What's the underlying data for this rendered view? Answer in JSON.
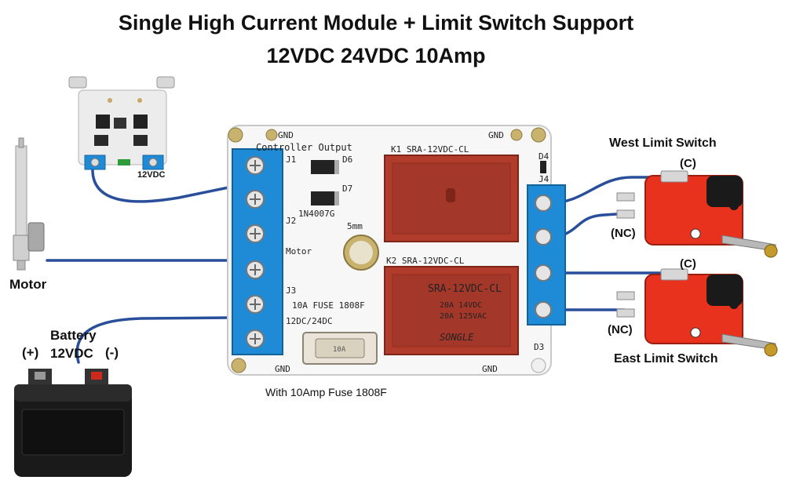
{
  "title": {
    "line1": "Single High Current Module + Limit Switch Support",
    "line2": "12VDC 24VDC 10Amp"
  },
  "labels": {
    "controller_voltage": "12VDC",
    "motor": "Motor",
    "battery_word": "Battery",
    "battery_plus": "(+)",
    "battery_voltage": "12VDC",
    "battery_minus": "(-)",
    "west_limit": "West Limit Switch",
    "east_limit": "East Limit Switch",
    "west_c": "(C)",
    "west_nc": "(NC)",
    "east_c": "(C)",
    "east_nc": "(NC)",
    "fuse_caption": "With 10Amp Fuse 1808F"
  },
  "board": {
    "gnd_tl": "GND",
    "gnd_tr": "GND",
    "gnd_bl": "GND",
    "gnd_br": "GND",
    "j1": "J1",
    "j2": "J2",
    "j3": "J3",
    "j4": "J4",
    "controller_output": "Controller Output",
    "d6": "D6",
    "d7": "D7",
    "d4": "D4",
    "d3": "D3",
    "diode_part": "1N4007G",
    "hole_label": "5mm",
    "motor_silk": "Motor",
    "fuse_silk": "10A FUSE 1808F",
    "supply_silk": "12DC/24DC",
    "k1": "K1 SRA-12VDC-CL",
    "k2": "K2 SRA-12VDC-CL",
    "relay_body_1": "SRA-12VDC-CL",
    "relay_body_2": "20A 14VDC",
    "relay_body_3": "20A 125VAC",
    "relay_body_4": "SONGLE",
    "fuse_body": "10A"
  },
  "colors": {
    "wire": "#2a4f9a",
    "terminal_blue": "#1f8ad6",
    "relay_body": "#b23c2c",
    "switch_red": "#e8321e",
    "battery_body": "#1a1a1a"
  }
}
